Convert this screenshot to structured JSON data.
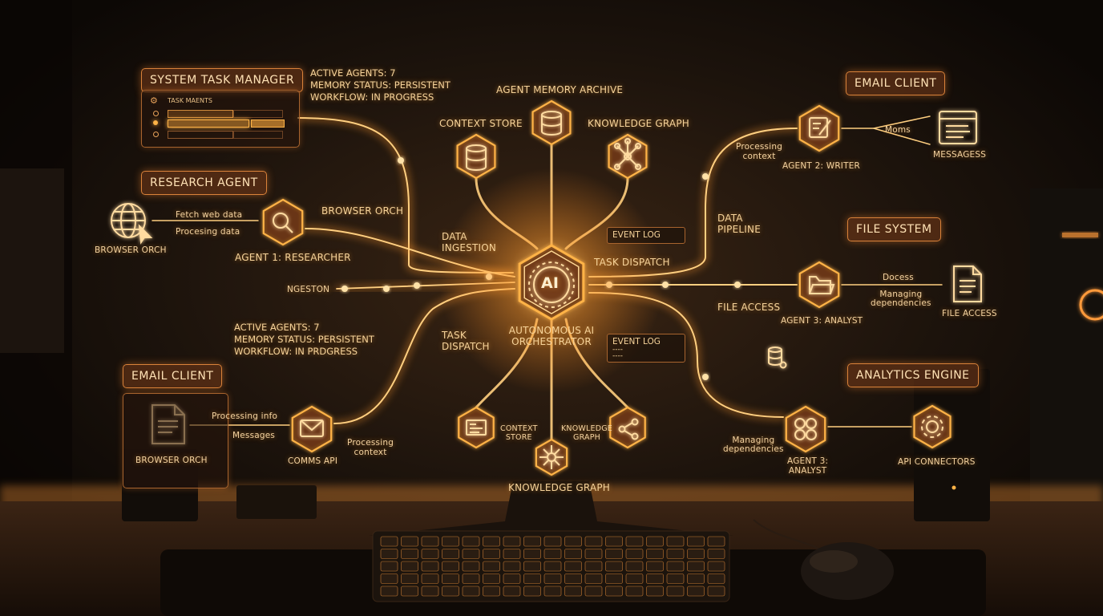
{
  "top_status": {
    "active_agents": "ACTIVE AGENTS: 7",
    "memory_status": "MEMORY STATUS: PERSISTENT",
    "workflow": "WORKFLOW: IN PROGRESS"
  },
  "mid_status": {
    "active_agents": "ACTIVE AGENTS: 7",
    "memory_status": "MEMORY STATUS: PERSISTENT",
    "workflow": "WORKFLOW: IN PRDGRESS"
  },
  "task_manager": {
    "title": "SYSTEM TASK MANAGER",
    "header": "TASK MAENTS"
  },
  "research_agent": {
    "title": "RESEARCH AGENT",
    "browser_label": "BROWSER ORCH",
    "fetch_label": "Fetch web data",
    "processing_label": "Procesing data",
    "agent_label": "AGENT 1: RESEARCHER",
    "browser_orch_top": "BROWSER ORCH"
  },
  "left_flow": {
    "ingestion_label": "NGESTON"
  },
  "email_client_left": {
    "title": "EMAIL CLIENT",
    "doc_label": "BROWSER ORCH",
    "processing_info": "Processing info",
    "messages": "Messages",
    "api_label": "COMMS API",
    "processing_context": "Processing\ncontext"
  },
  "center": {
    "memory_archive": "AGENT MEMORY ARCHIVE",
    "context_store": "CONTEXT STORE",
    "knowledge_graph": "KNOWLEDGE GRAPH",
    "data_ingestion": "DATA\nINGESTION",
    "task_dispatch_right": "TASK DISPATCH",
    "task_dispatch_left": "TASK\nDISPATCH",
    "orchestrator": "AUTONOMOUS AI\nORCHESTRATOR",
    "ai_label": "AI",
    "event_log_top": "EVENT LOG",
    "event_log_bottom": "EVENT LOG",
    "event_log_dashes": "----\n----",
    "context_store_small": "CONTEXT\nSTORE",
    "knowledge_graph_small": "KNOWLEDGE\nGRAPH",
    "knowledge_graph_bottom": "KNOWLEDGE GRAPH",
    "data_pipeline": "DATA\nPIPELINE",
    "file_access_mid": "FILE ACCESS"
  },
  "email_client_right": {
    "title": "EMAIL CLIENT",
    "processing_context": "Processing\ncontext",
    "agent_label": "AGENT 2: WRITER",
    "moms": "Moms",
    "messages_label": "MESSAGESS"
  },
  "file_system": {
    "title": "FILE SYSTEM",
    "docs": "Docess",
    "managing": "Managing\ndependencies",
    "agent_label": "AGENT 3: ANALYST",
    "file_access": "FILE ACCESS"
  },
  "analytics": {
    "title": "ANALYTICS ENGINE",
    "managing": "Managing\ndependencies",
    "agent_label": "AGENT 3:\nANALYST",
    "api_label": "API CONNECTORS"
  },
  "colors": {
    "accent": "#f4a43a",
    "glow": "#ffb347",
    "panel_border": "#d9823a",
    "background": "#120d09"
  }
}
